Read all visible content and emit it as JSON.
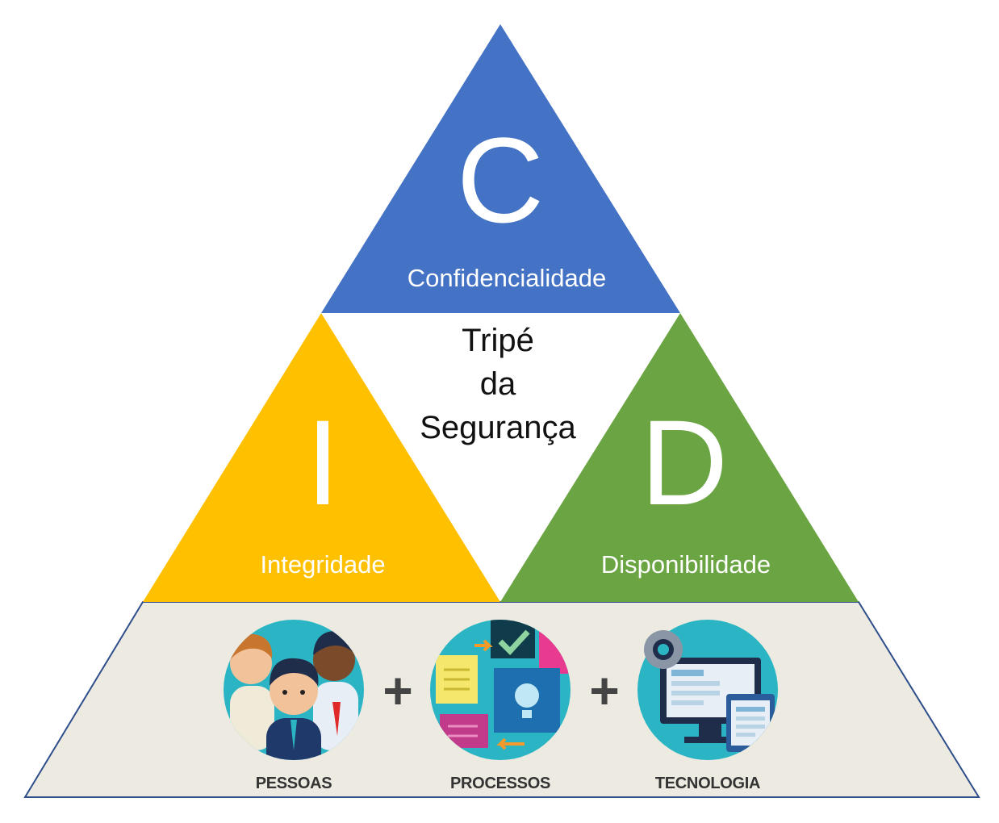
{
  "pillars": {
    "confidentiality": {
      "letter": "C",
      "label": "Confidencialidade",
      "color": "#4472C4"
    },
    "integrity": {
      "letter": "I",
      "label": "Integridade",
      "color": "#FFC000"
    },
    "availability": {
      "letter": "D",
      "label": "Disponibilidade",
      "color": "#6AA443"
    }
  },
  "center": {
    "line1": "Tripé",
    "line2": "da",
    "line3": "Segurança"
  },
  "base": {
    "color": "#EDEBE1",
    "items": [
      {
        "caption": "PESSOAS",
        "icon": "people-icon"
      },
      {
        "caption": "PROCESSOS",
        "icon": "processes-icon"
      },
      {
        "caption": "TECNOLOGIA",
        "icon": "technology-icon"
      }
    ],
    "plus_symbol": "+"
  }
}
